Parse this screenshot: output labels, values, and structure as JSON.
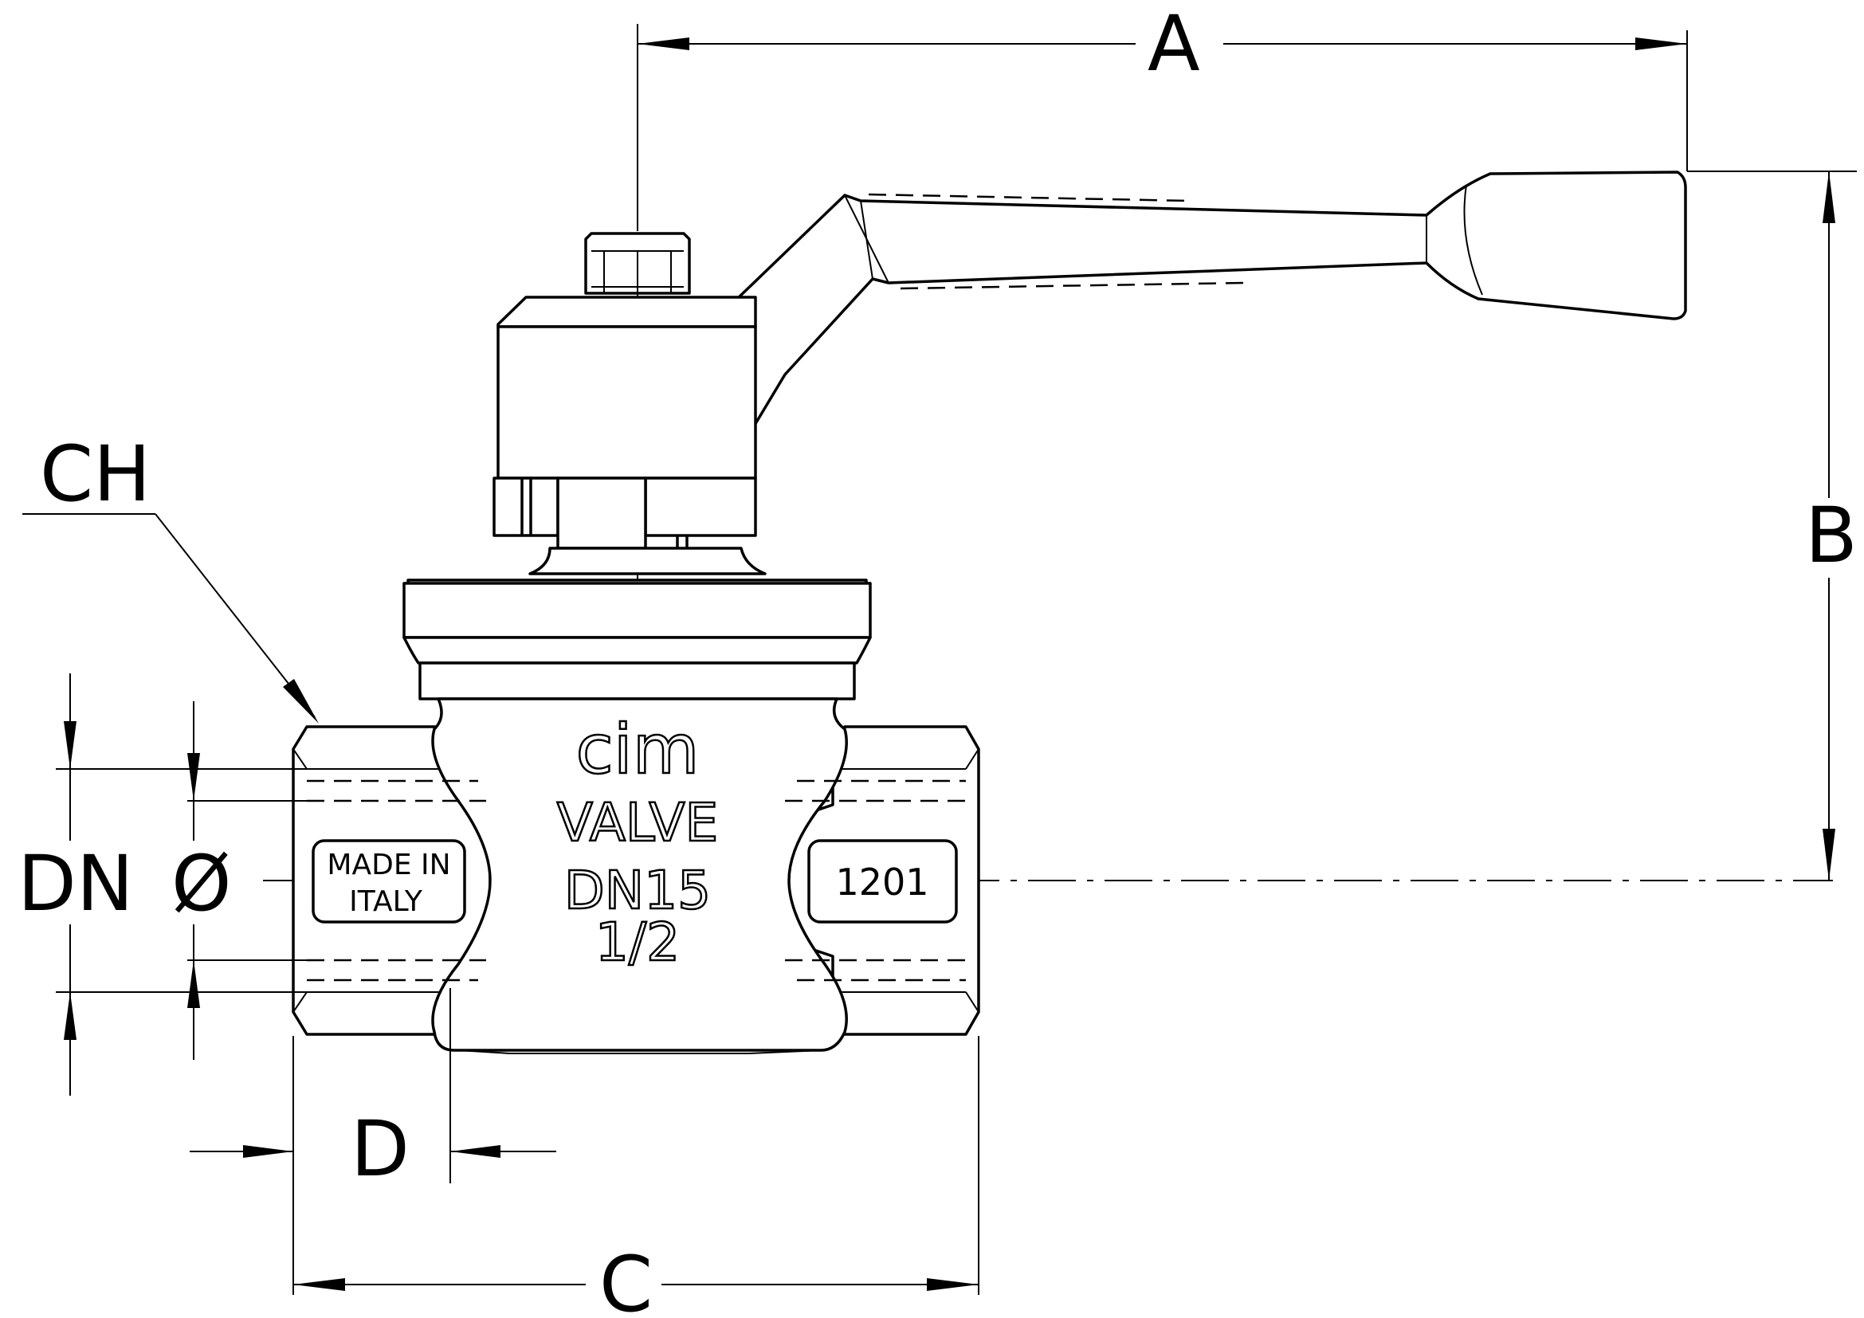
{
  "dimensions": {
    "A": "A",
    "B": "B",
    "C": "C",
    "D": "D",
    "CH": "CH",
    "DN": "DN",
    "diameter": "Ø"
  },
  "body_markings": {
    "brand": "cim",
    "type": "VALVE",
    "size": "DN15",
    "thread": "1/2"
  },
  "left_plate": {
    "line1": "MADE IN",
    "line2": "ITALY"
  },
  "right_plate": {
    "code": "1201"
  }
}
